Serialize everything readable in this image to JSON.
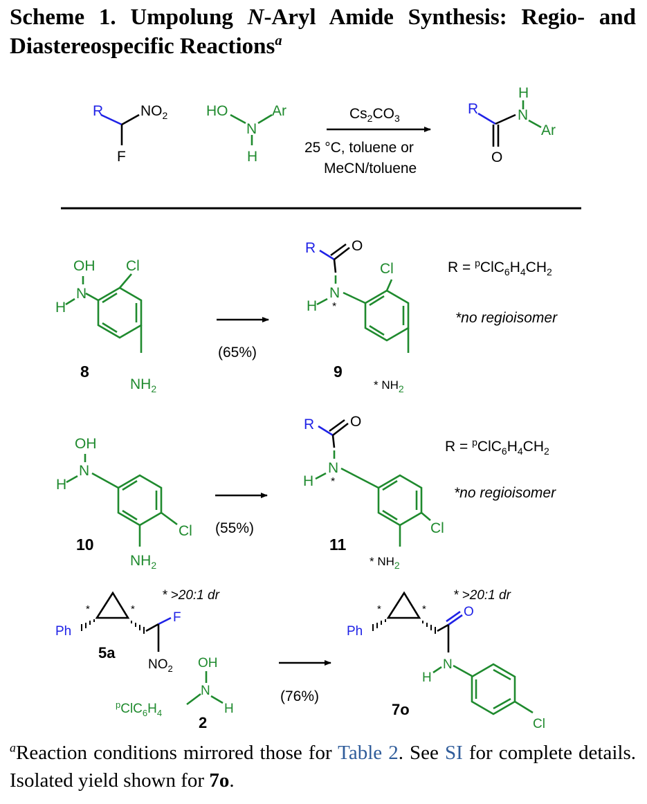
{
  "caption": {
    "label": "Scheme 1.",
    "title_pre": "Umpolung ",
    "title_italic": "N",
    "title_post": "-Aryl Amide Synthesis: Regio- and Diastereospecific Reactions",
    "footnote_mark": "a"
  },
  "colors": {
    "r_group": "#1f22e6",
    "aryl_group": "#1f8a2e",
    "text": "#000000",
    "link": "#2f5c9a"
  },
  "general_reaction": {
    "reactant1_r": "R",
    "reactant1_no2": "NO",
    "reactant1_no2_sub": "2",
    "reactant1_f": "F",
    "reactant2_ho": "HO",
    "reactant2_n": "N",
    "reactant2_ar": "Ar",
    "reactant2_h": "H",
    "reagent": "Cs",
    "reagent_sub1": "2",
    "reagent_mid": "CO",
    "reagent_sub2": "3",
    "condition1": "25 °C, toluene or",
    "condition2": "MeCN/toluene",
    "product_r": "R",
    "product_h": "H",
    "product_n": "N",
    "product_ar": "Ar",
    "product_o": "O"
  },
  "example1": {
    "substrate_label": "8",
    "product_label": "9",
    "yield": "(65%)",
    "r_def": "R = ",
    "r_def_sup": "p",
    "r_def_tail": "ClC",
    "r_def_sub1": "6",
    "r_def_h": "H",
    "r_def_sub2": "4",
    "r_def_ch": "CH",
    "r_def_sub3": "2",
    "note": "*no regioisomer",
    "oh": "OH",
    "n": "N",
    "h": "H",
    "cl": "Cl",
    "nh": "NH",
    "nh_sub": "2",
    "r": "R",
    "o": "O",
    "star": "*",
    "star_nh": "* NH"
  },
  "example2": {
    "substrate_label": "10",
    "product_label": "11",
    "yield": "(55%)",
    "r_def": "R = ",
    "r_def_sup": "p",
    "r_def_tail": "ClC",
    "r_def_sub1": "6",
    "r_def_h": "H",
    "r_def_sub2": "4",
    "r_def_ch": "CH",
    "r_def_sub3": "2",
    "note": "*no regioisomer",
    "oh": "OH",
    "n": "N",
    "h": "H",
    "cl": "Cl",
    "nh": "NH",
    "nh_sub": "2",
    "r": "R",
    "o": "O",
    "star": "*",
    "star_nh": "* NH"
  },
  "example3": {
    "substrate_label": "5a",
    "reagent_label": "2",
    "product_label": "7o",
    "yield": "(76%)",
    "dr_left": "* >20:1 dr",
    "dr_right": "* >20:1 dr",
    "ph": "Ph",
    "f": "F",
    "no2": "NO",
    "no2_sub": "2",
    "oh": "OH",
    "n": "N",
    "h": "H",
    "aryl_sup": "p",
    "aryl_main": "ClC",
    "aryl_sub1": "6",
    "aryl_h": "H",
    "aryl_sub2": "4",
    "o": "O",
    "cl": "Cl",
    "star": "*"
  },
  "footnote": {
    "mark": "a",
    "text1": "Reaction conditions mirrored those for ",
    "link1": "Table 2",
    "text2": ". See ",
    "link2": "SI",
    "text3": " for complete details. Isolated yield shown for ",
    "compound": "7o",
    "text4": "."
  }
}
